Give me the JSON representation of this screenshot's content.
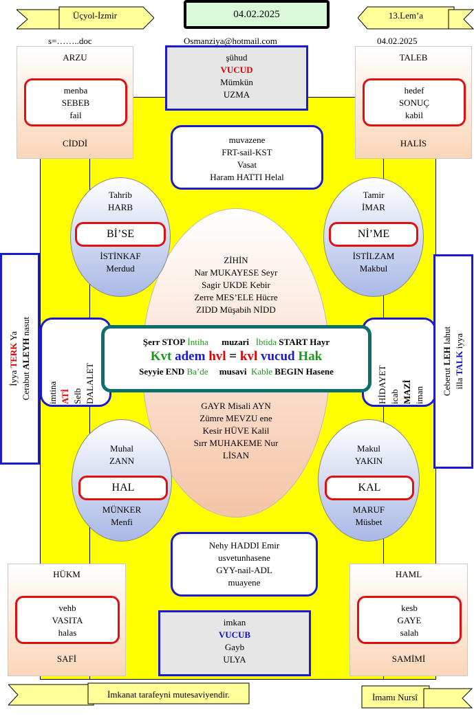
{
  "header": {
    "left_ribbon": "Üçyol-İzmir",
    "date_box": "04.02.2025",
    "right_ribbon": "13.Lem’a",
    "file_label": "s=……..doc",
    "email": "Osmanziya@hotmail.com",
    "date_small": "04.02.2025"
  },
  "top_left": {
    "top": "ARZU",
    "inner": [
      "menba",
      "SEBEB",
      "fail"
    ],
    "bottom": "CİDDİ"
  },
  "top_right": {
    "top": "TALEB",
    "inner": [
      "hedef",
      "SONUÇ",
      "kabil"
    ],
    "bottom": "HALİS"
  },
  "bottom_left": {
    "top": "HÜKM",
    "inner": [
      "vehb",
      "VASITA",
      "halas"
    ],
    "bottom": "SAFİ"
  },
  "bottom_right": {
    "top": "HAML",
    "inner": [
      "kesb",
      "GAYE",
      "salah"
    ],
    "bottom": "SAMİMİ"
  },
  "top_center": {
    "line1": "şühud",
    "line2": "VUCUD",
    "line3": "Mümkün",
    "line4": "UZMA"
  },
  "bottom_center": {
    "line1": "imkan",
    "line2": "VUCUB",
    "line3": "Gayb",
    "line4": "ULYA"
  },
  "upper_mid_box": [
    "muvazene",
    "FRT-sail-KST",
    "Vasat",
    "Haram HATTI Helal"
  ],
  "lower_mid_box": [
    "Nehy HADDI Emir",
    "usvetunhasene",
    "GYY-nail-ADL",
    "muayene"
  ],
  "ellipse_tl": {
    "top": [
      "Tahrib",
      "HARB"
    ],
    "box": "Bİ’SE",
    "bottom": [
      "İSTİNKAF",
      "Merdud"
    ]
  },
  "ellipse_tr": {
    "top": [
      "Tamir",
      "İMAR"
    ],
    "box": "Nİ’ME",
    "bottom": [
      "İSTİLZAM",
      "Makbul"
    ]
  },
  "ellipse_bl": {
    "top": [
      "Muhal",
      "ZANN"
    ],
    "box": "HAL",
    "bottom": [
      "MÜNKER",
      "Menfi"
    ]
  },
  "ellipse_br": {
    "top": [
      "Makul",
      "YAKIN"
    ],
    "box": "KAL",
    "bottom": [
      "MARUF",
      "Müsbet"
    ]
  },
  "center_upper": [
    "ZİHİN",
    "Nar MUKAYESE Seyr",
    "Sagir UKDE Kebir",
    "Zerre MES’ELE Hücre",
    "ZIDD  Müşabih NİDD"
  ],
  "center_lower": [
    "GAYR Misali AYN",
    "Zümre MEVZU ene",
    "Kesir HÜVE  Kalil",
    "Sırr MUHAKEME Nur",
    "LİSAN"
  ],
  "center_box": {
    "r1": {
      "a": "Şerr ",
      "b": "STOP",
      "c": " İntiha",
      "d": "      muzari   ",
      "e": "İbtida",
      "f": " START",
      "g": " Hayr"
    },
    "r2": {
      "a": "Kvt ",
      "b": "adem",
      "c": " hvl",
      "d": " = ",
      "e": "kvl",
      "f": " vucud",
      "g": " Hak"
    },
    "r3": {
      "a": "Seyyie ",
      "b": "END",
      "c": " Ba’de",
      "d": "     musavi  ",
      "e": "Kable",
      "f": " BEGIN",
      "g": " Hasene"
    }
  },
  "left_tab": {
    "line1": "imtina",
    "line2": "ATİ",
    "line3": "Selb",
    "line4": "DALALET"
  },
  "right_tab": {
    "line1": "HİDAYET",
    "line2": "icab",
    "line3": "MAZİ",
    "line4": "iman"
  },
  "left_side": {
    "a": "İyya ",
    "b": "TERK",
    "c": " Ya",
    "d": "Cerabut ",
    "e": "ALEYH",
    "f": " nasut"
  },
  "right_side": {
    "a": "Ceberut ",
    "b": "LEH",
    "c": " lahut",
    "d": "illa ",
    "e": "TALK",
    "f": " iyya"
  },
  "footer": {
    "left_ribbon": "İmkanat tarafeyni mutesaviyendir.",
    "right_ribbon": "İmamı Nursî"
  },
  "colors": {
    "yellow": "#ffff00",
    "blue_border": "#1a1ad0",
    "red_border": "#e01010",
    "teal_border": "#0e6e6e",
    "green_date": "#d9f9d9"
  }
}
